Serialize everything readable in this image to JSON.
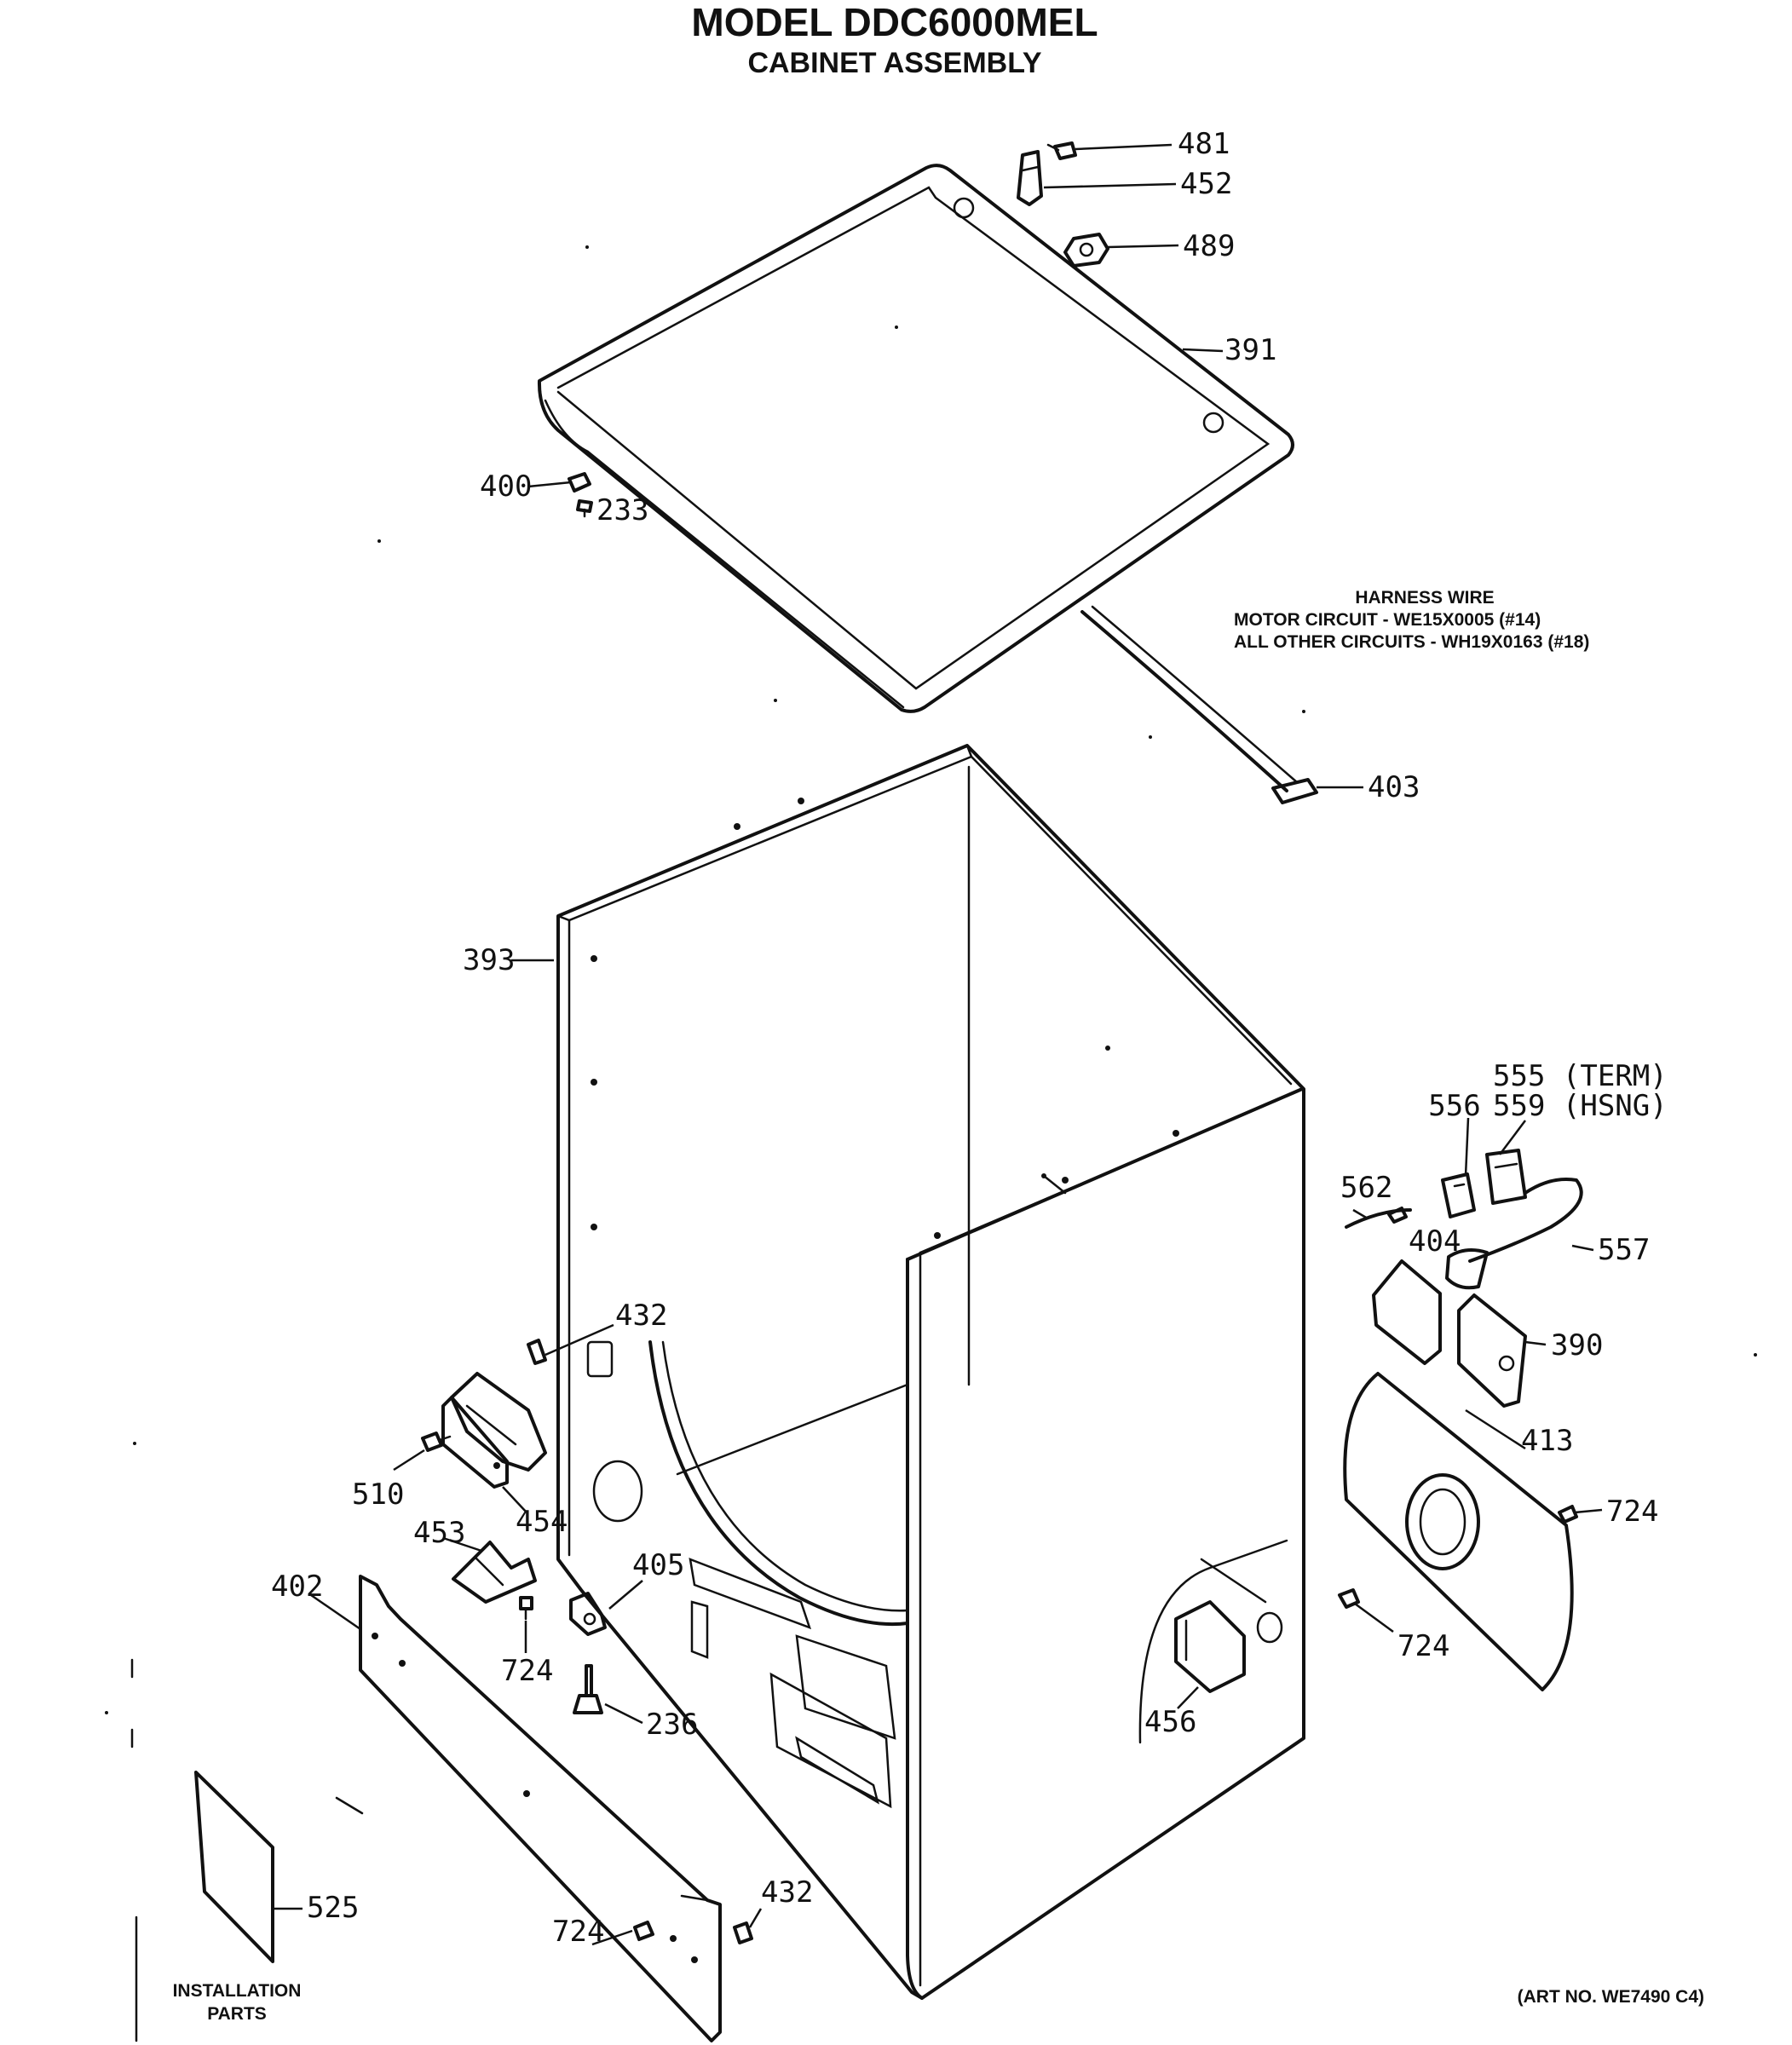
{
  "title": {
    "model": "MODEL DDC6000MEL",
    "assembly": "CABINET ASSEMBLY"
  },
  "harness_note": {
    "heading": "HARNESS WIRE",
    "line1": "MOTOR CIRCUIT - WE15X0005 (#14)",
    "line2": "ALL OTHER CIRCUITS - WH19X0163 (#18)"
  },
  "callouts": {
    "c481": "481",
    "c452": "452",
    "c489": "489",
    "c391": "391",
    "c400": "400",
    "c233": "233",
    "c403": "403",
    "c393": "393",
    "c555": "555 (TERM)",
    "c559": "559 (HSNG)",
    "c556": "556",
    "c562": "562",
    "c404": "404",
    "c557": "557",
    "c390": "390",
    "c432a": "432",
    "c413": "413",
    "c724a": "724",
    "c510": "510",
    "c454": "454",
    "c453": "453",
    "c405": "405",
    "c402": "402",
    "c724b": "724",
    "c724c": "724",
    "c236": "236",
    "c456": "456",
    "c525": "525",
    "c432b": "432",
    "c724d": "724"
  },
  "installation_parts": {
    "line1": "INSTALLATION",
    "line2": "PARTS"
  },
  "art_no": "(ART NO. WE7490 C4)"
}
